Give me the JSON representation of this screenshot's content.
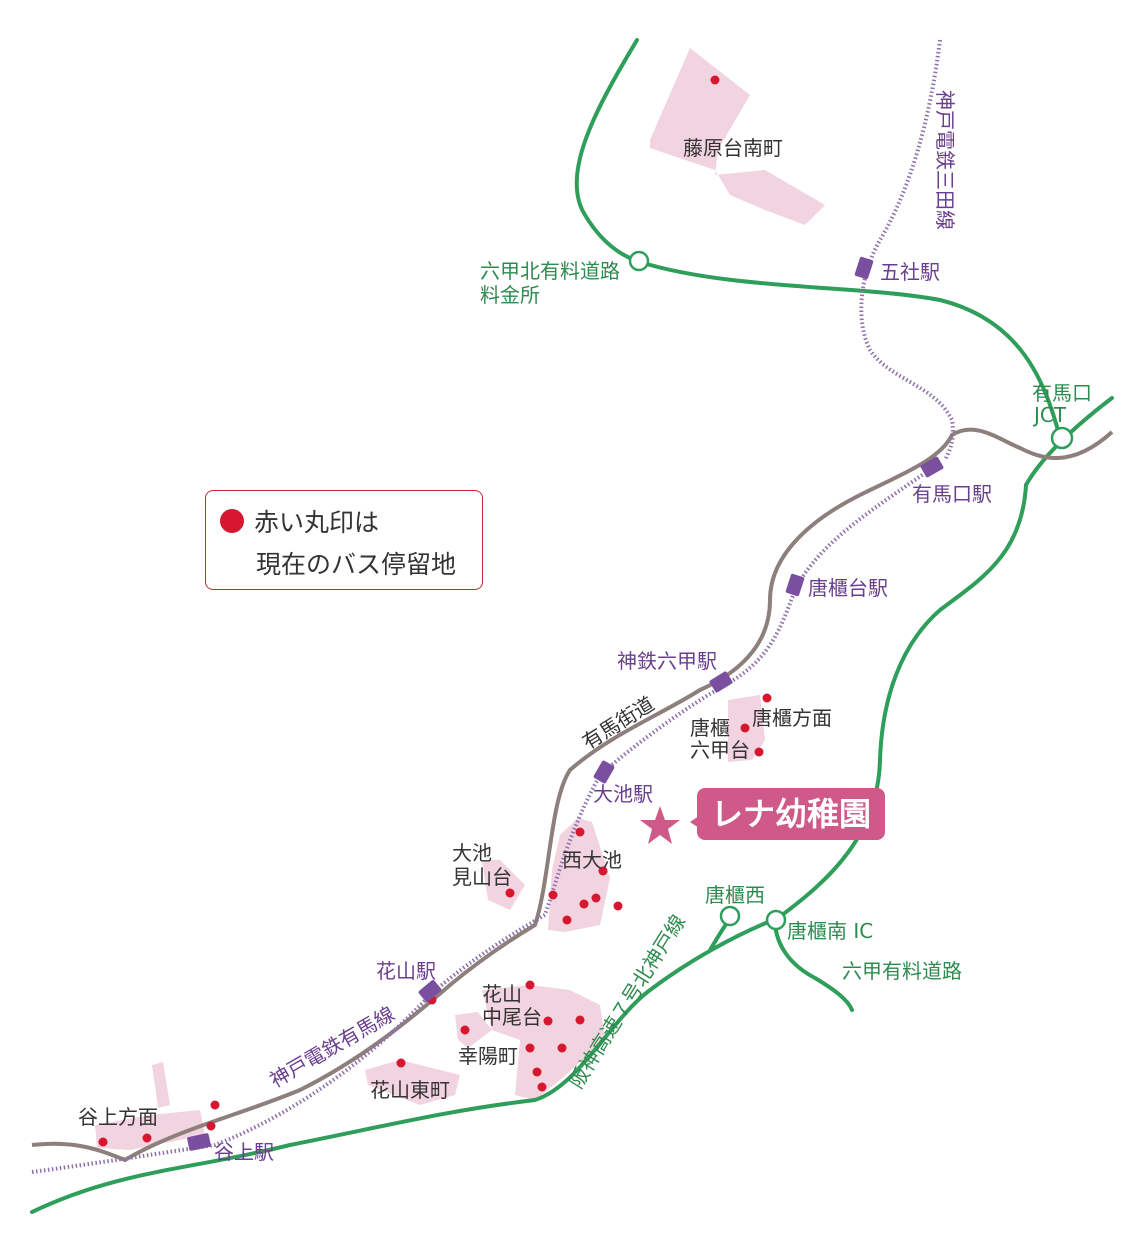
{
  "colors": {
    "area_fill": "#f2d3e0",
    "bus_stop": "#d7172f",
    "expressway": "#2e9e5a",
    "railway": "#8e6fae",
    "station": "#6a3f8f",
    "kaido": "#8d7f7c",
    "kindergarten": "#cf5a8a"
  },
  "legend": {
    "line1": "赤い丸印は",
    "line2": "現在のバス停留地"
  },
  "kindergarten": {
    "label": "レナ幼稚園",
    "icon": "star-icon"
  },
  "areas": {
    "fujiwaradai": "藤原台南町",
    "karatoho": "唐櫃方面",
    "karato_rokko_1": "唐櫃",
    "karato_rokko_2": "六甲台",
    "oike_miyama_1": "大池",
    "oike_miyama_2": "見山台",
    "nishi_oike": "西大池",
    "hanayama_nakao_1": "花山",
    "hanayama_nakao_2": "中尾台",
    "koyo": "幸陽町",
    "hanayama_higashi": "花山東町",
    "tanigami": "谷上方面"
  },
  "stations": {
    "gosha": "五社駅",
    "arimaguchi": "有馬口駅",
    "karatodai": "唐櫃台駅",
    "shintetsu_rokko": "神鉄六甲駅",
    "oike": "大池駅",
    "hanayama": "花山駅",
    "tanigami": "谷上駅"
  },
  "lines": {
    "sanda": "神戸電鉄三田線",
    "arima": "神戸電鉄有馬線",
    "arima_kaido": "有馬街道",
    "hanshin_kita": "阪神高速７号北神戸線",
    "rokko_toll": "六甲有料道路"
  },
  "junctions": {
    "tollgate_1": "六甲北有料道路",
    "tollgate_2": "料金所",
    "arimaguchi_jct_1": "有馬口",
    "arimaguchi_jct_2": "JCT",
    "karato_nishi": "唐櫃西",
    "karato_minami": "唐櫃南 IC"
  }
}
